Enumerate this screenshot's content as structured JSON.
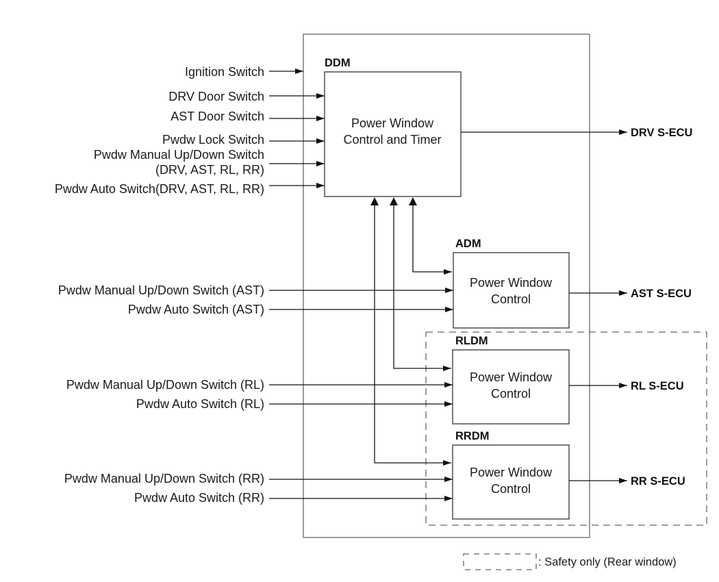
{
  "modules": {
    "ddm": {
      "name": "DDM",
      "line1": "Power Window",
      "line2": "Control and Timer",
      "output": "DRV S-ECU"
    },
    "adm": {
      "name": "ADM",
      "line1": "Power Window",
      "line2": "Control",
      "output": "AST S-ECU"
    },
    "rldm": {
      "name": "RLDM",
      "line1": "Power Window",
      "line2": "Control",
      "output": "RL S-ECU"
    },
    "rrdm": {
      "name": "RRDM",
      "line1": "Power Window",
      "line2": "Control",
      "output": "RR S-ECU"
    }
  },
  "inputs": {
    "ddm": [
      "Ignition Switch",
      "DRV Door Switch",
      "AST Door Switch",
      "Pwdw Lock Switch",
      "Pwdw Manual Up/Down Switch",
      "(DRV, AST, RL, RR)",
      "Pwdw Auto Switch(DRV, AST, RL, RR)"
    ],
    "adm": [
      "Pwdw Manual Up/Down Switch (AST)",
      "Pwdw Auto Switch (AST)"
    ],
    "rldm": [
      "Pwdw Manual Up/Down Switch (RL)",
      "Pwdw Auto Switch (RL)"
    ],
    "rrdm": [
      "Pwdw Manual Up/Down Switch (RR)",
      "Pwdw Auto Switch (RR)"
    ]
  },
  "legend": {
    "text": ": Safety only (Rear window)"
  }
}
